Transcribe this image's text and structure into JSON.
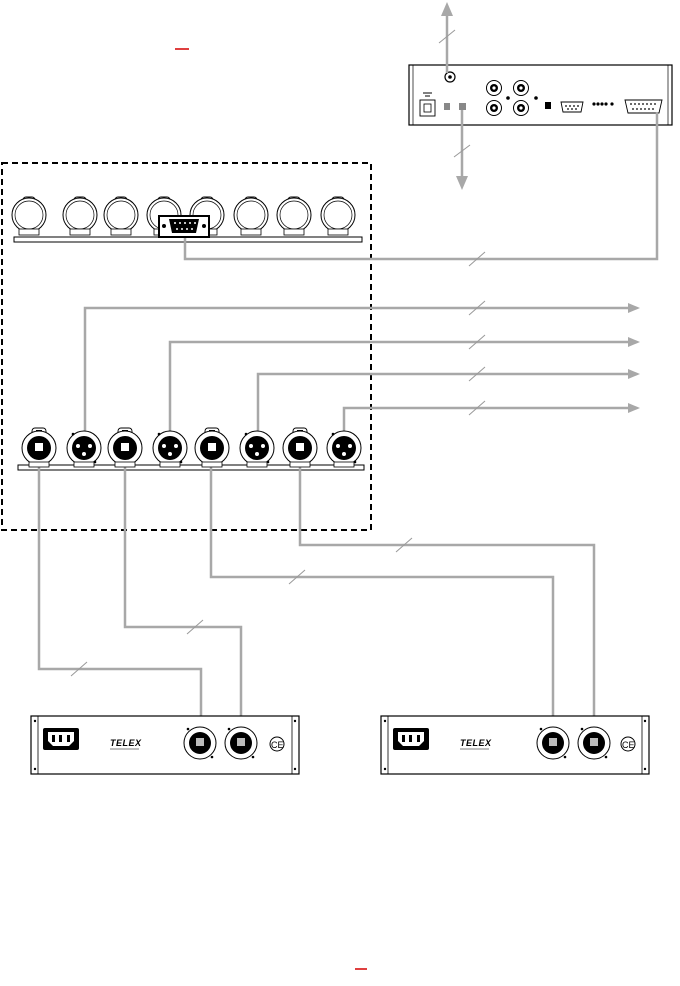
{
  "units": [
    {
      "brand": "TELEX",
      "ce_mark": "CE"
    },
    {
      "brand": "TELEX",
      "ce_mark": "CE"
    }
  ],
  "colors": {
    "cable": "#a8a8a8",
    "outline": "#000000",
    "red_mark": "#d40000"
  },
  "icons": [
    "xlr-connector-icon",
    "db9-connector-icon",
    "power-inlet-icon",
    "ce-mark-icon",
    "arrow-icon"
  ]
}
